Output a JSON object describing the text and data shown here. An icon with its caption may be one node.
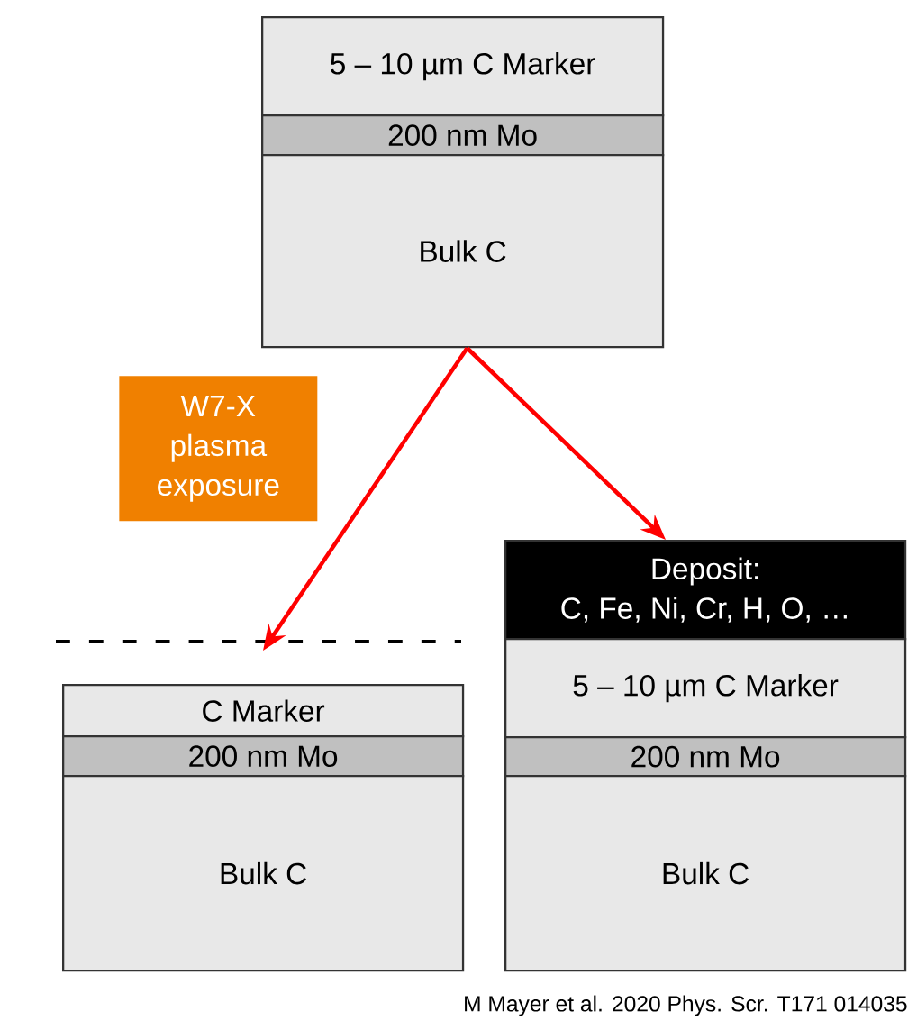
{
  "diagram": {
    "nodes": [
      {
        "text": [
          "5 – 10 µm C Marker"
        ]
      },
      {
        "text": [
          "200 nm Mo"
        ]
      },
      {
        "text": [
          "Bulk C"
        ]
      },
      {
        "text": [
          "W7-X plasma exposure"
        ]
      },
      {
        "text": [
          "C Marker"
        ]
      },
      {
        "text": [
          "200 nm Mo"
        ]
      },
      {
        "text": [
          "Bulk C"
        ]
      },
      {
        "text": [
          "Deposit:",
          "C, Fe, Ni, Cr, H, O, …"
        ]
      },
      {
        "text": [
          "5 – 10 µm C Marker"
        ]
      },
      {
        "text": [
          "200 nm Mo"
        ]
      },
      {
        "text": [
          "Bulk C"
        ]
      }
    ],
    "edges": [
      {
        "from": 2,
        "to": null,
        "arrow": "to"
      },
      {
        "from": 2,
        "to": 7,
        "arrow": "to"
      }
    ],
    "labels": [
      "M Mayer et al. 2020 Phys. Scr. T171 014035"
    ]
  }
}
